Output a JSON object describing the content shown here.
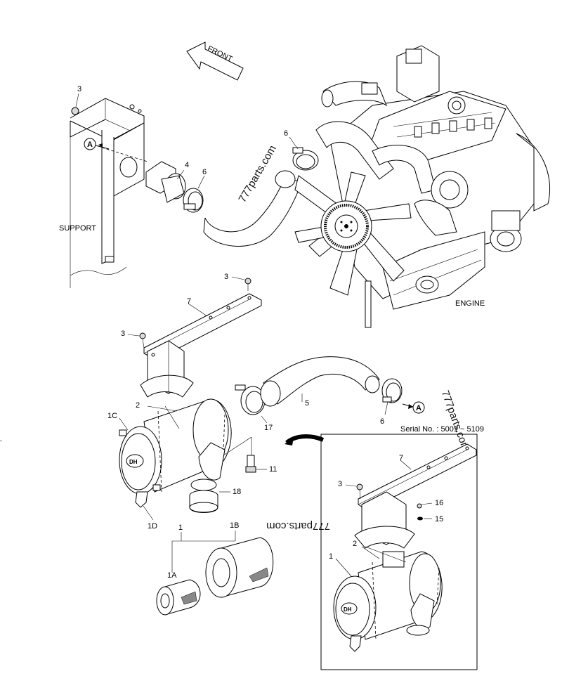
{
  "labels": {
    "front": "FRONT",
    "support": "SUPPORT",
    "engine": "ENGINE",
    "serial": "Serial No. : 5001 ~ 5109",
    "ref_a": "A",
    "callouts": {
      "c3_top": "3",
      "c4": "4",
      "c6_left": "6",
      "c6_hose": "6",
      "c3_mid": "3",
      "c7": "7",
      "c3_bracket": "3",
      "c2": "2",
      "c1c": "1C",
      "c17": "17",
      "c5": "5",
      "c6_right": "6",
      "c11": "11",
      "c18": "18",
      "c1d": "1D",
      "c1": "1",
      "c1b": "1B",
      "c1a": "1A",
      "c7_inset": "7",
      "c3_inset": "3",
      "c16": "16",
      "c15": "15",
      "c2_inset": "2",
      "c1_inset": "1"
    }
  },
  "watermarks": {
    "w1": "777parts.com",
    "w2": "777parts.com",
    "w3": "777parts.com"
  }
}
